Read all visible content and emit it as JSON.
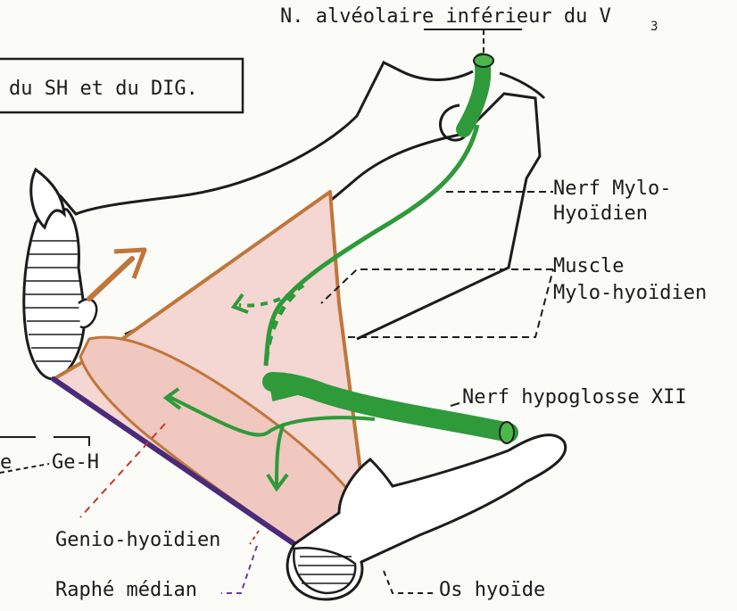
{
  "labels": {
    "nerve_top": "N. alvéolaire inférieur du V",
    "nerve_top_sub": "3",
    "box_text": "du SH et du DIG.",
    "nerf_mylo_1": "Nerf Mylo-",
    "nerf_mylo_2": "Hyoïdien",
    "muscle_mylo_1": "Muscle",
    "muscle_mylo_2": "Mylo-hyoïdien",
    "hypoglosse": "Nerf hypoglosse XII",
    "left_e": "e",
    "ge_h": "Ge-H",
    "genio": "Genio-hyoïdien",
    "raphe": "Raphé médian",
    "os_hyoide": "Os hyoïde"
  },
  "colors": {
    "outline": "#1c1c1c",
    "muscle_border": "#c0763a",
    "muscle_fill": "#f4d6d3",
    "nerve": "#2e9a3a",
    "nerve_light": "#4cb84a",
    "raphe": "#4a2a7a",
    "dashed_red": "#c0392b",
    "dashed_purple": "#6a3aa0"
  }
}
